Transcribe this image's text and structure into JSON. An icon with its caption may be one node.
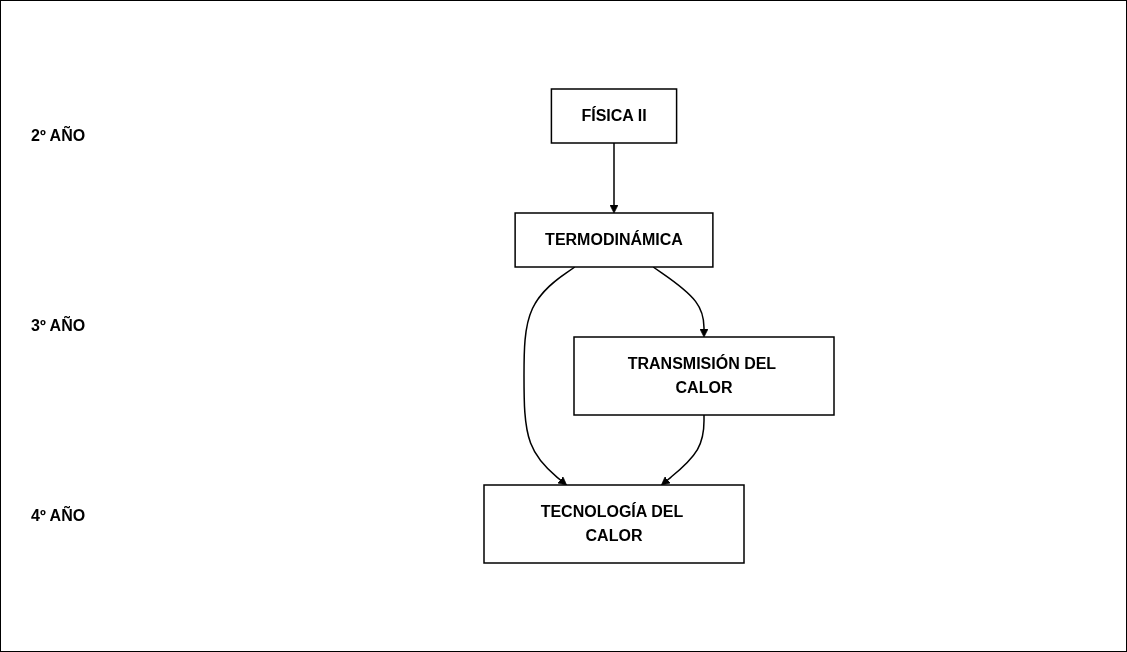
{
  "diagram": {
    "nodes": [
      {
        "text": [
          "FÍSICA II"
        ]
      },
      {
        "text": [
          "TERMODINÁMICA"
        ]
      },
      {
        "text": [
          "TRANSMISIÓN DEL CALOR"
        ]
      },
      {
        "text": [
          "TECNOLOGÍA DEL CALOR"
        ]
      }
    ],
    "edges": [
      {
        "from": 0,
        "to": 1,
        "arrow": "to"
      },
      {
        "from": 1,
        "to": 2,
        "arrow": "to"
      },
      {
        "from": 1,
        "to": 3,
        "arrow": "to"
      },
      {
        "from": 2,
        "to": 3,
        "arrow": "to"
      }
    ],
    "labels": [
      "2º AÑO",
      "3º AÑO",
      "4º AÑO"
    ]
  }
}
